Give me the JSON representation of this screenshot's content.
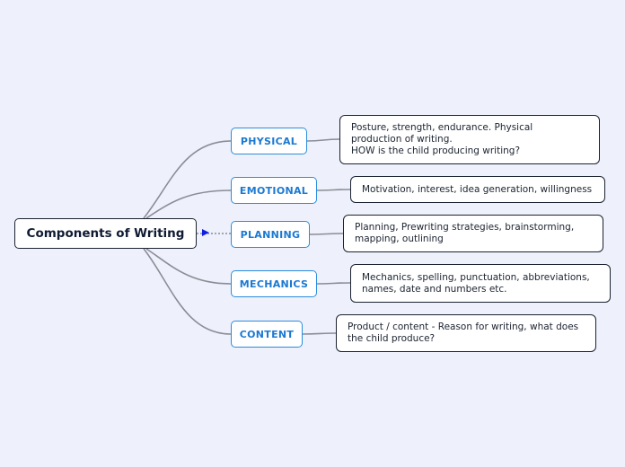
{
  "root": {
    "label": "Components of Writing"
  },
  "branches": [
    {
      "label": "PHYSICAL",
      "note": "Posture, strength, endurance. Physical\nproduction of writing.\nHOW is the child producing writing?"
    },
    {
      "label": "EMOTIONAL",
      "note": "Motivation, interest, idea generation, willingness"
    },
    {
      "label": "PLANNING",
      "note": "Planning, Prewriting strategies, brainstorming,\nmapping, outlining"
    },
    {
      "label": "MECHANICS",
      "note": "Mechanics, spelling, punctuation, abbreviations,\nnames, date and numbers etc."
    },
    {
      "label": "CONTENT",
      "note": "Product / content - Reason for writing, what does\nthe child produce?"
    }
  ],
  "colors": {
    "branch_text": "#1b79d2",
    "branch_border": "#2a8cde",
    "connector": "#8a8d96",
    "collapse_arrow": "#1020e0"
  }
}
